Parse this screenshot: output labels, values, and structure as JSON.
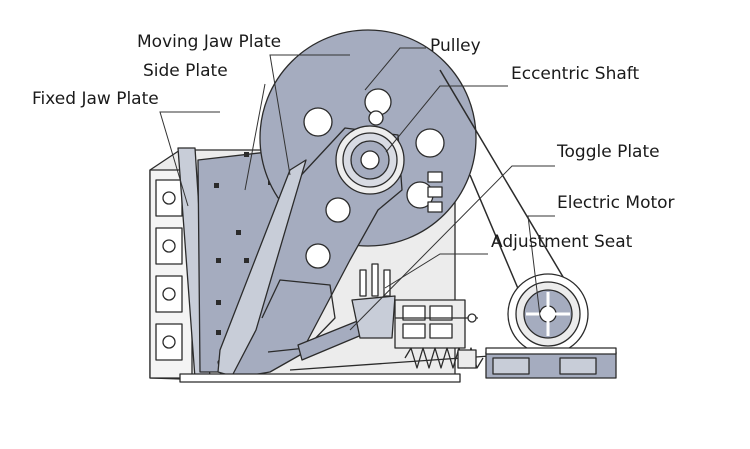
{
  "labels": {
    "moving_jaw_plate": "Moving Jaw Plate",
    "side_plate": "Side Plate",
    "fixed_jaw_plate": "Fixed Jaw Plate",
    "pulley": "Pulley",
    "eccentric_shaft": "Eccentric Shaft",
    "toggle_plate": "Toggle Plate",
    "electric_motor": "Electric Motor",
    "adjustment_seat": "Adjustment Seat"
  },
  "colors": {
    "metal_fill": "#a5acbf",
    "metal_light": "#c8cdd8",
    "frame_fill": "#ececec",
    "outline": "#2b2b2b",
    "leader_line": "#333333"
  }
}
